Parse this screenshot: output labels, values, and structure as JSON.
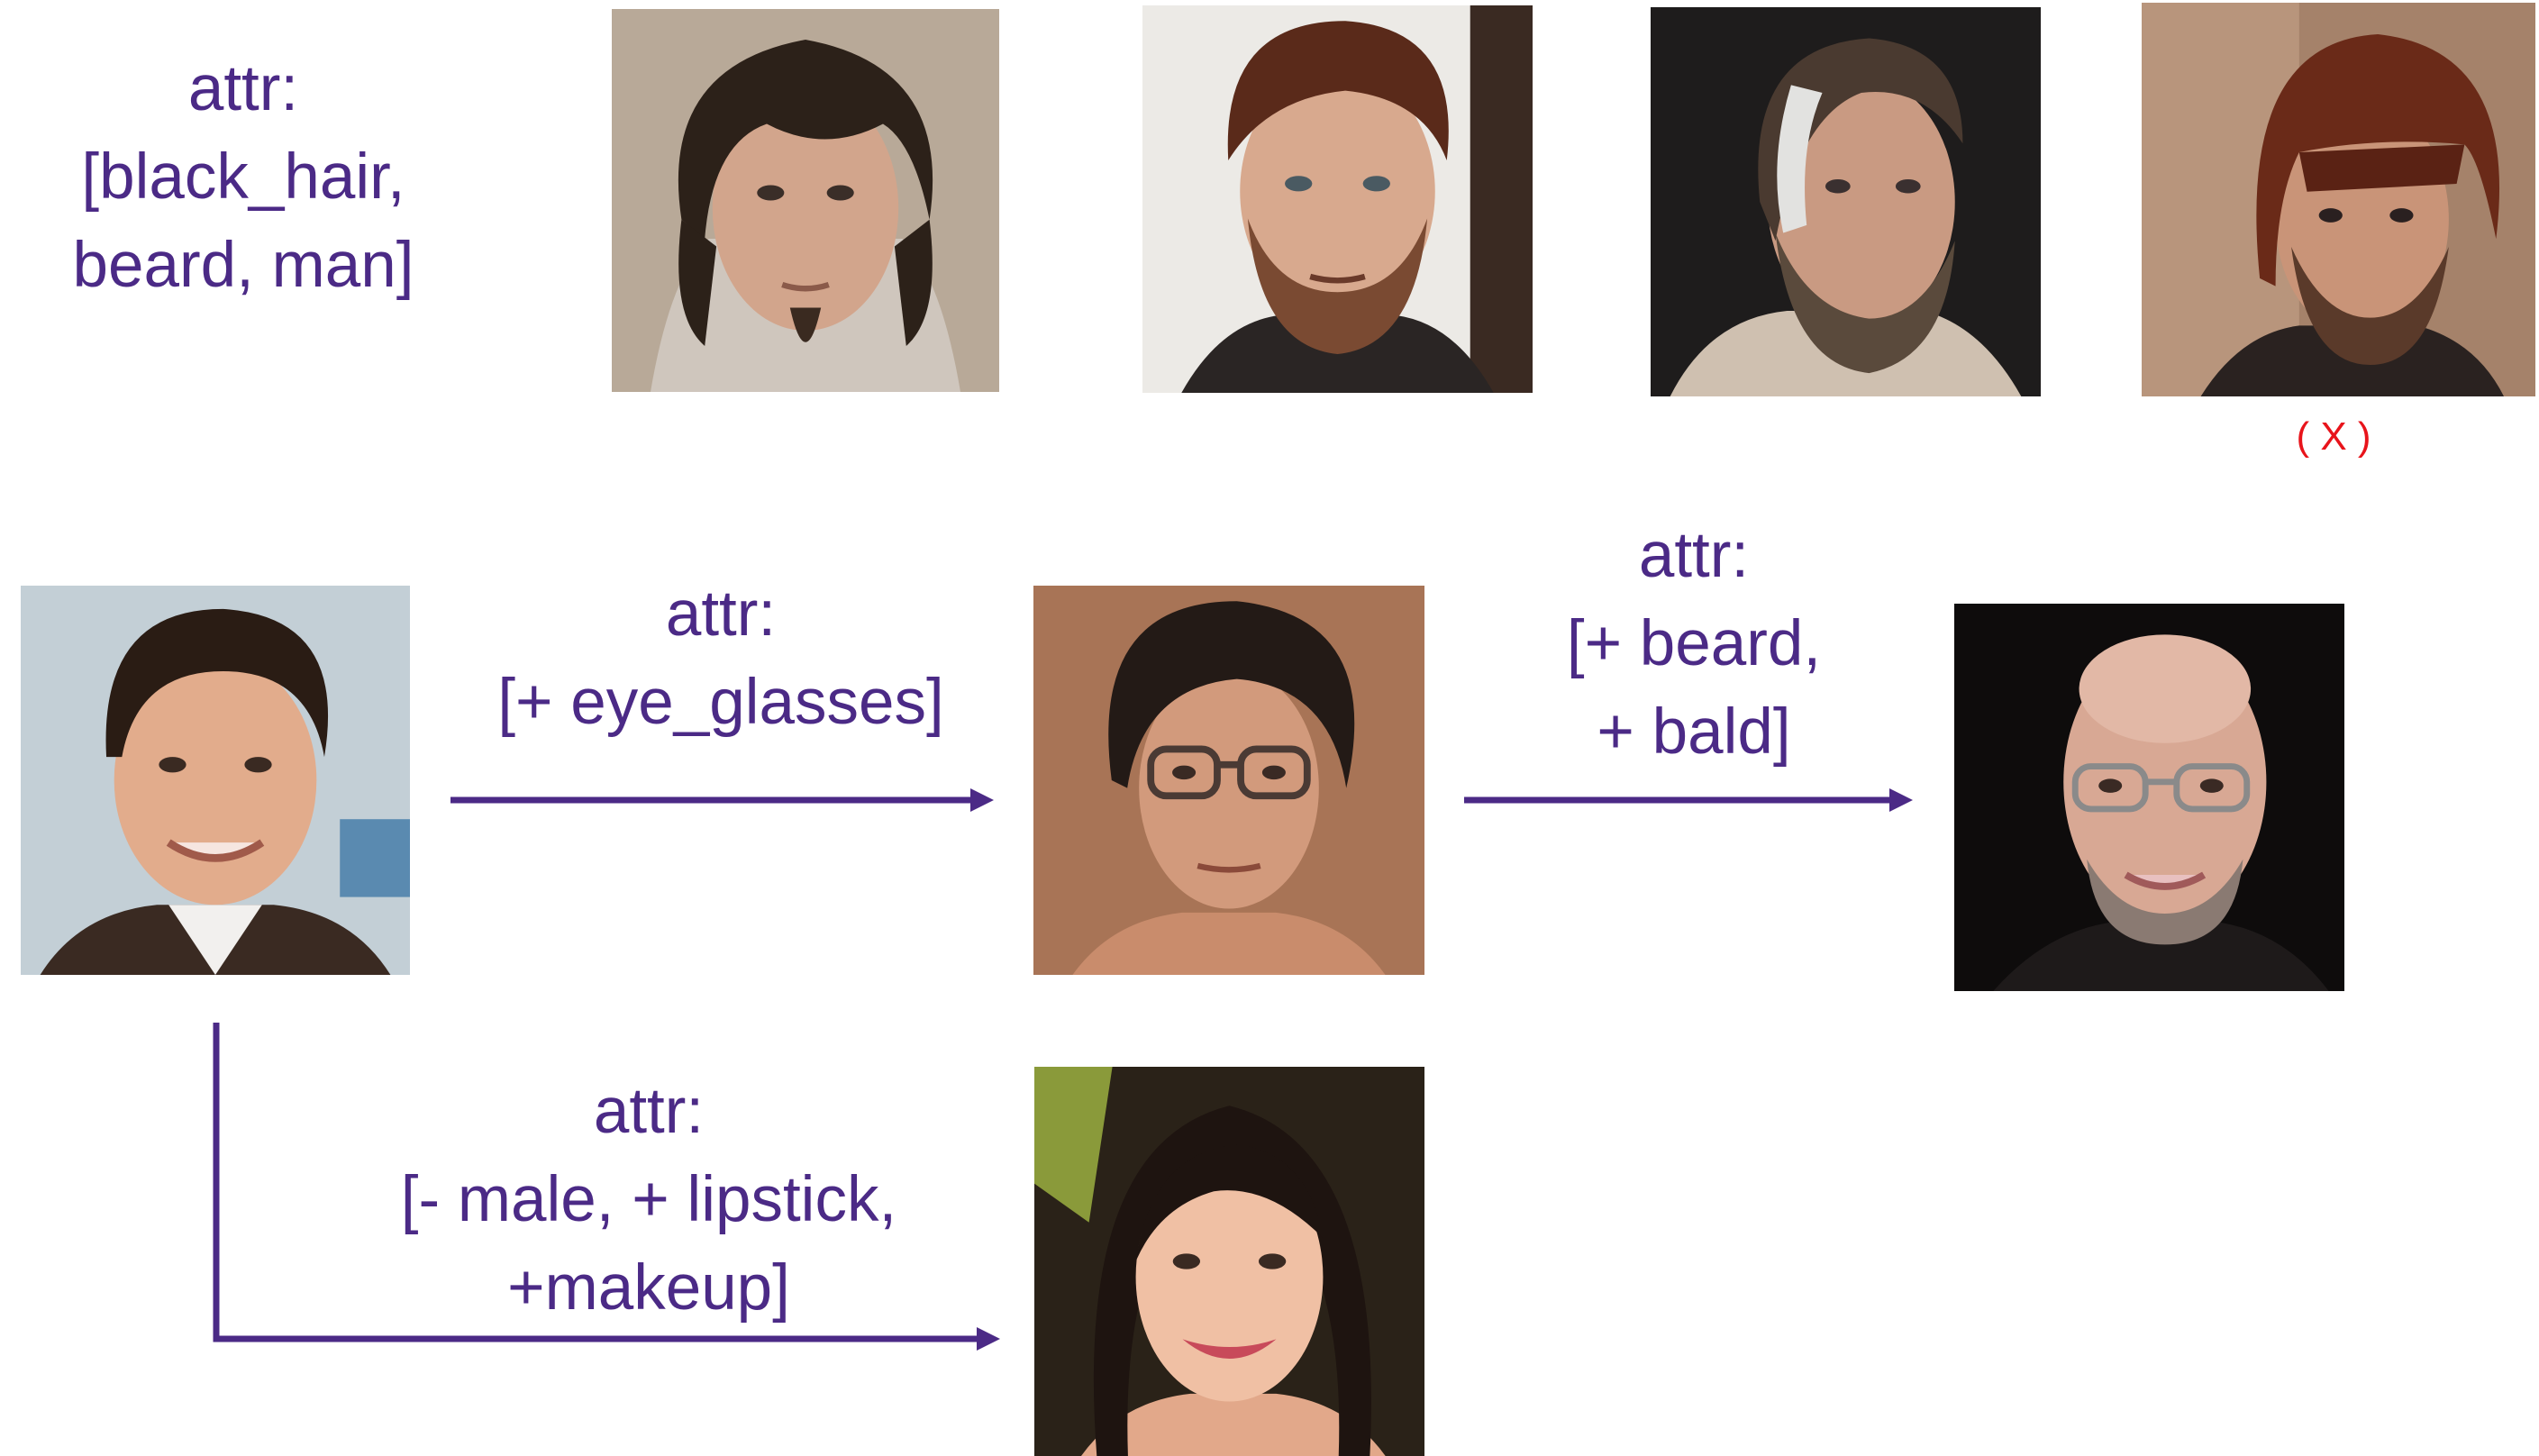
{
  "top_label": [
    "attr:",
    "[black_hair,",
    "beard, man]"
  ],
  "eyeglasses_label": [
    "attr:",
    "[+ eye_glasses]"
  ],
  "beard_bald_label": [
    "attr:",
    "[+ beard,",
    "+ bald]"
  ],
  "female_label": [
    "attr:",
    "[- male, + lipstick,",
    "+makeup]"
  ],
  "failure_mark": "( X )",
  "colors": {
    "text": "#4b2a86",
    "arrow": "#4b2a86",
    "failure": "#e8141b"
  }
}
